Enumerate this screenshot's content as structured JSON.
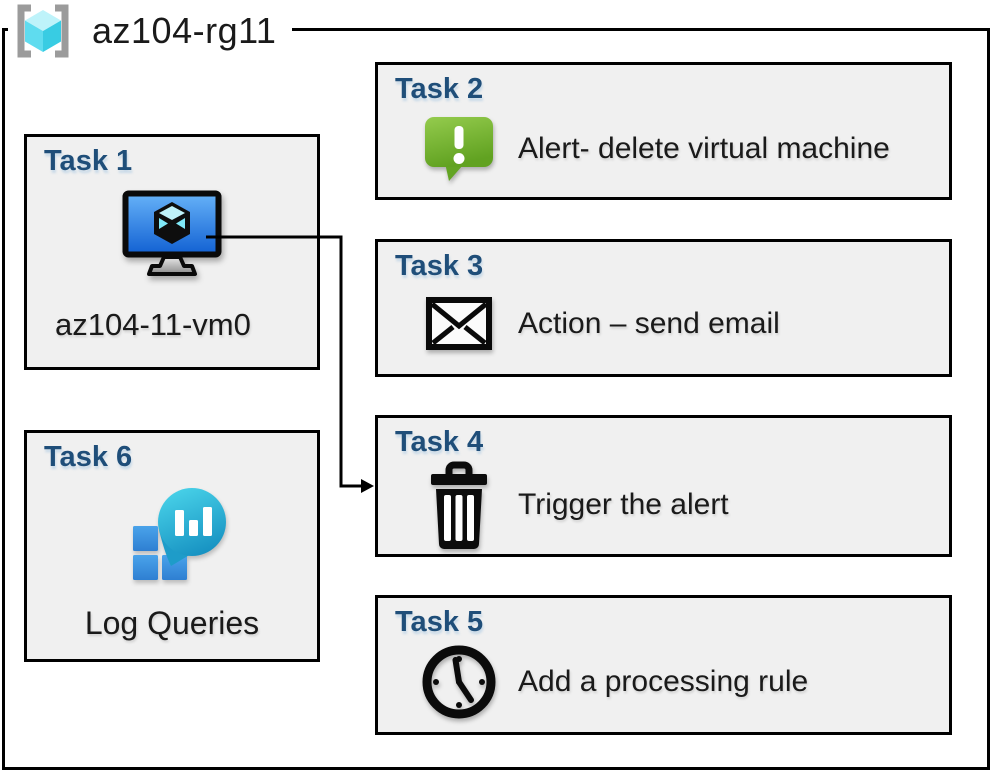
{
  "header": {
    "title": "az104-rg11",
    "icon": "resource-group-icon"
  },
  "tasks": [
    {
      "title": "Task 1",
      "label": "az104-11-vm0",
      "icon": "virtual-machine-icon"
    },
    {
      "title": "Task 2",
      "label": "Alert- delete virtual machine",
      "icon": "alert-message-icon"
    },
    {
      "title": "Task 3",
      "label": "Action – send email",
      "icon": "email-envelope-icon"
    },
    {
      "title": "Task 4",
      "label": "Trigger the alert",
      "icon": "trash-can-icon"
    },
    {
      "title": "Task 5",
      "label": "Add a processing rule",
      "icon": "clock-icon"
    },
    {
      "title": "Task 6",
      "label": "Log Queries",
      "icon": "log-analytics-icon"
    }
  ],
  "connector": {
    "from": "task1-virtual-machine",
    "to": "task4",
    "type": "elbow-arrow"
  },
  "colors": {
    "heading_blue": "#1F4E79",
    "box_fill": "#F0F0F0",
    "border_black": "#000000",
    "alert_green_top": "#94CB4D",
    "alert_green_bottom": "#61A221",
    "vm_screen_top": "#66B2F8",
    "vm_screen_bottom": "#1160D2",
    "rg_cube_cyan": "#50D8EF",
    "log_teal_top": "#49D3E9",
    "log_teal_bottom": "#1792C2",
    "log_square_blue": "#3B8EDC"
  }
}
